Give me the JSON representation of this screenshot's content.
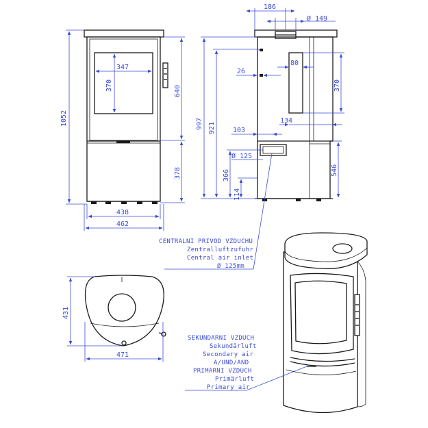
{
  "dimensions": {
    "front_height_total": "1052",
    "front_door_height": "640",
    "front_lower_height": "378",
    "front_window_width": "347",
    "front_window_height": "370",
    "front_width_inner": "438",
    "front_width_outer": "462",
    "side_top_width": "186",
    "side_top_diameter": "Ø 149",
    "side_height_997": "997",
    "side_height_921": "921",
    "side_offset_26": "26",
    "side_window_80": "80",
    "side_window_370": "370",
    "side_134": "134",
    "side_103": "103",
    "side_diameter_125": "Ø 125",
    "side_366": "366",
    "side_114": "114",
    "side_546": "546",
    "top_depth": "431",
    "top_width": "471"
  },
  "labels": {
    "central_air": [
      "CENTRALNI PRIVOD VZDUCHU",
      "Zentralluftzufuhr",
      "Central air inlet",
      "Ø 125mm"
    ],
    "secondary_primary_air": [
      "SEKUNDARNI VZDUCH",
      "Sekundärluft",
      "Secondary air",
      "A/UND/AND",
      "PRIMARNI VZDUCH",
      "Primärluft",
      "Primary air"
    ]
  },
  "colors": {
    "dimension": "#3a4bd6",
    "outline": "#1a1a1a"
  }
}
